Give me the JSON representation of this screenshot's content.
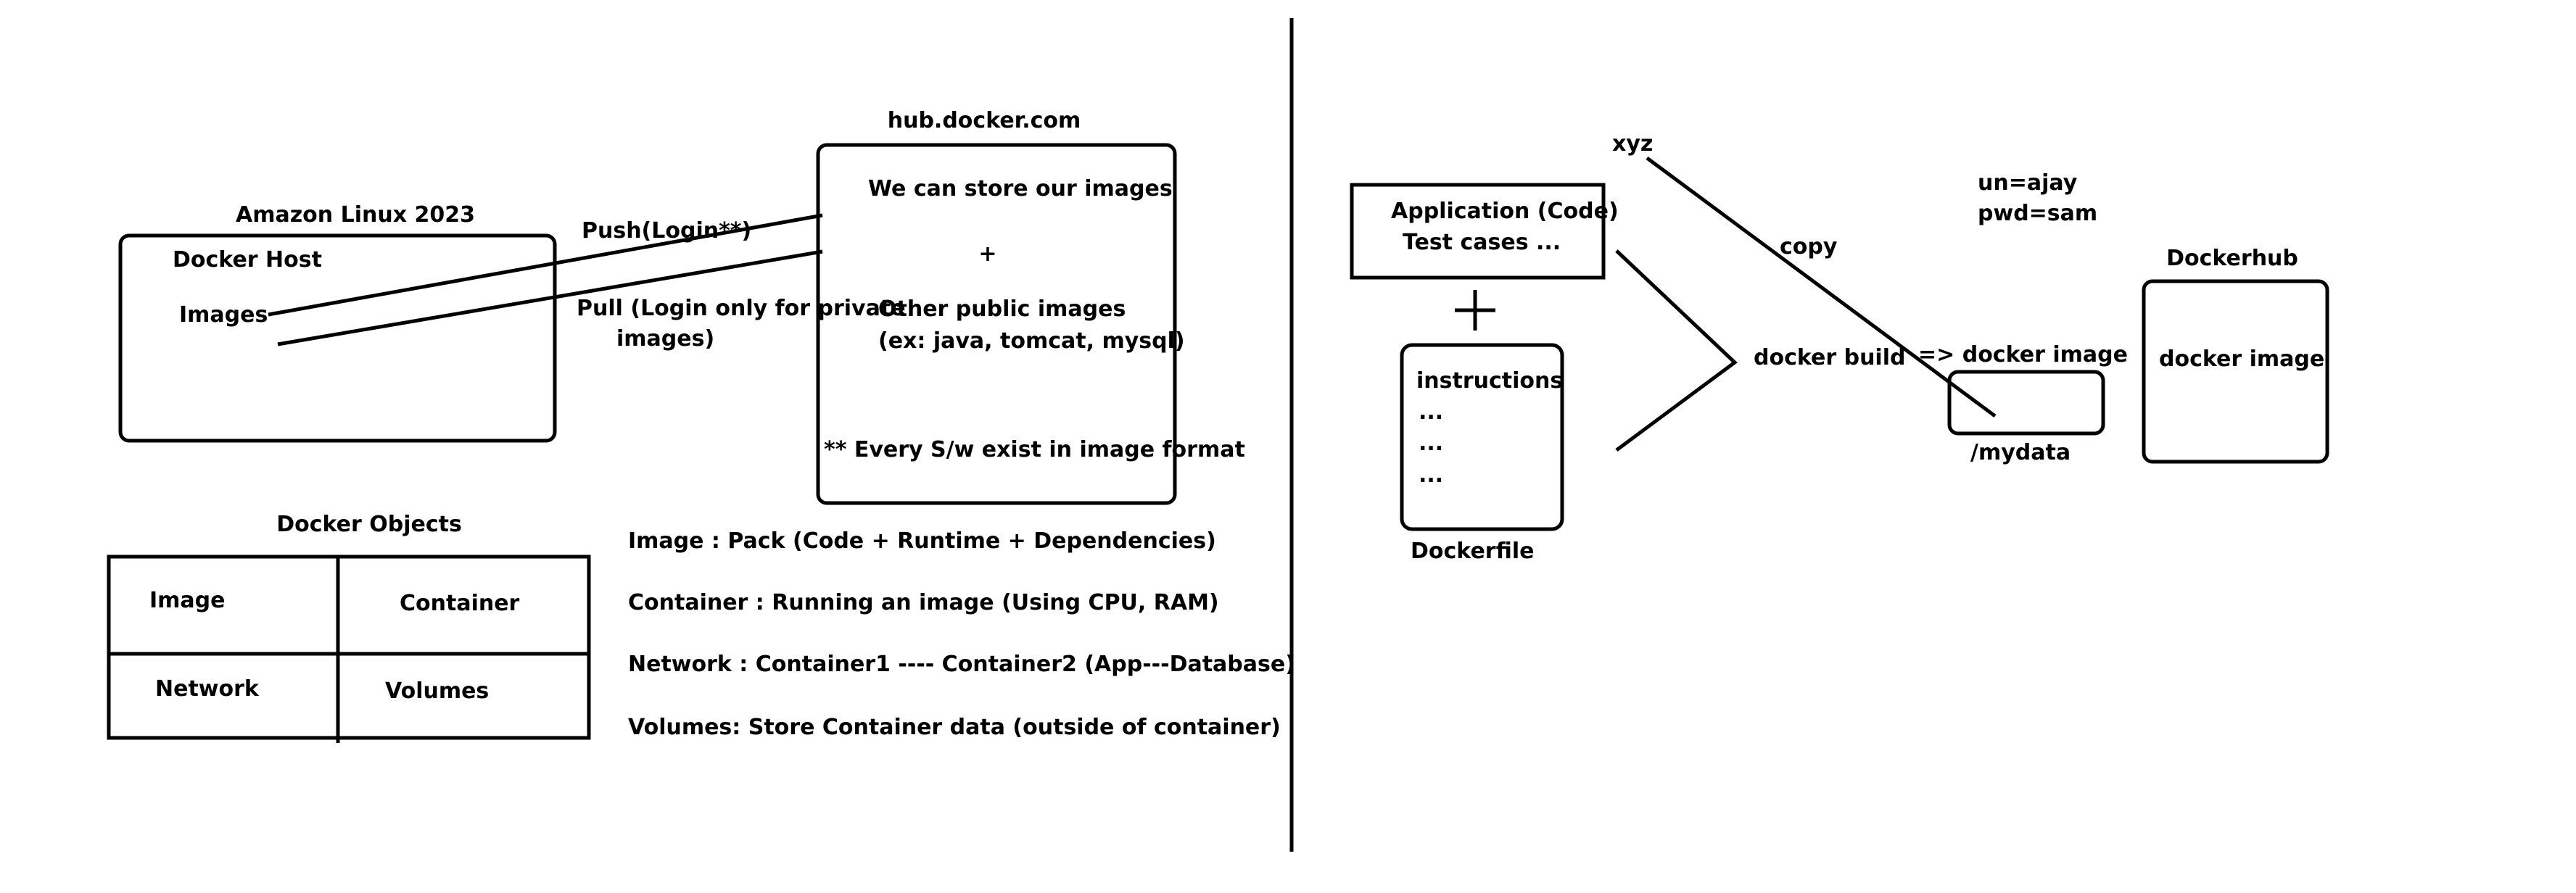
{
  "left": {
    "hub_title": "hub.docker.com",
    "hub_line1": "We can store our images",
    "hub_plus": "+",
    "hub_line2": "Other public images",
    "hub_line3": "(ex: java, tomcat, mysql)",
    "hub_note": "** Every S/w exist in image format",
    "host_title": "Amazon Linux 2023",
    "host_label": "Docker Host",
    "host_images": "Images",
    "push_label": "Push(Login**)",
    "pull_line1": "Pull (Login only for private",
    "pull_line2": "images)"
  },
  "objects": {
    "title": "Docker Objects",
    "cells": [
      "Image",
      "Container",
      "Network",
      "Volumes"
    ],
    "defs": [
      "Image : Pack (Code + Runtime + Dependencies)",
      "Container : Running an image (Using CPU, RAM)",
      "Network : Container1 ---- Container2 (App---Database)",
      "Volumes: Store Container data (outside of container)"
    ]
  },
  "right": {
    "app_line1": "Application (Code)",
    "app_line2": "Test cases ...",
    "plus": "+",
    "instr_line1": "instructions",
    "instr_dots": [
      "...",
      "...",
      "..."
    ],
    "dockerfile_label": "Dockerfile",
    "docker_build": "docker build",
    "docker_image_arrow": "=> docker image",
    "mydata": "/mydata",
    "xyz": "xyz",
    "copy": "copy",
    "un": "un=ajay",
    "pwd": "pwd=sam",
    "dockerhub_title": "Dockerhub",
    "dockerhub_box_text": "docker image"
  }
}
